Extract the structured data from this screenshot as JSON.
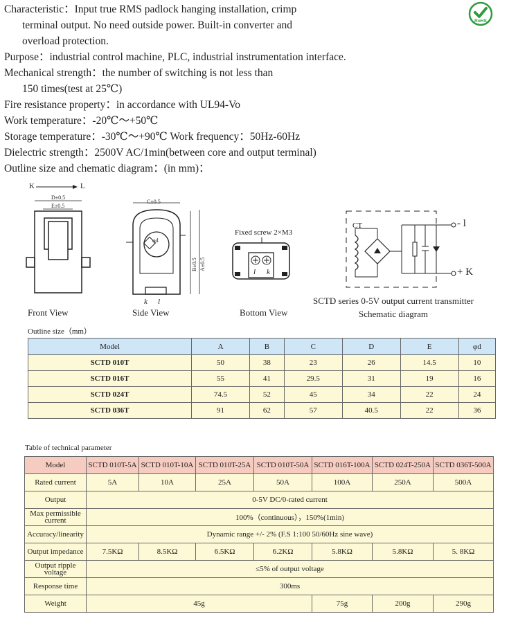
{
  "specs": [
    {
      "text": "Characteristic：Input true RMS padlock hanging installation, crimp",
      "indent": false
    },
    {
      "text": "terminal output. No need outside power. Built-in converter and",
      "indent": true
    },
    {
      "text": "overload protection.",
      "indent": true
    },
    {
      "text": "Purpose：industrial control machine, PLC, industrial instrumentation interface.",
      "indent": false
    },
    {
      "text": "Mechanical strength：the number of switching is not less than",
      "indent": false
    },
    {
      "text": "150 times(test at 25℃)",
      "indent": true
    },
    {
      "text": "Fire resistance property：in accordance with UL94-Vo",
      "indent": false
    },
    {
      "text": "Work temperature：-20℃～+50℃",
      "indent": false
    },
    {
      "text": "Storage temperature：-30℃～+90℃ Work frequency：50Hz-60Hz",
      "indent": false
    },
    {
      "text": "Dielectric strength：2500V AC/1min(between core and output terminal)",
      "indent": false
    },
    {
      "text": "Outline size and chematic diagram：(in mm)：",
      "indent": false
    }
  ],
  "rohs_label": "RoHS",
  "diagrams": {
    "front_label": "Front View",
    "side_label": "Side View",
    "bottom_label": "Bottom View",
    "schematic_caption": "SCTD series 0-5V output current transmitter",
    "schematic_label": "Schematic diagram",
    "arrow_k": "K",
    "arrow_l": "L",
    "dim_d": "D±0.5",
    "dim_e": "E±0.5",
    "dim_c": "C±0.5",
    "dim_b": "B±0.5",
    "dim_a": "A±0.5",
    "dim_phi": "φd",
    "side_k": "k",
    "side_l": "l",
    "fixed_screw": "Fixed screw 2×M3",
    "term_l": "l",
    "term_k": "k",
    "ct": "CT",
    "out_l": "- l",
    "out_k": "+ K"
  },
  "outline": {
    "title": "Outline size（mm）",
    "headers": [
      "Model",
      "A",
      "B",
      "C",
      "D",
      "E",
      "φd"
    ],
    "rows": [
      [
        "SCTD 010T",
        "50",
        "38",
        "23",
        "26",
        "14.5",
        "10"
      ],
      [
        "SCTD 016T",
        "55",
        "41",
        "29.5",
        "31",
        "19",
        "16"
      ],
      [
        "SCTD 024T",
        "74.5",
        "52",
        "45",
        "34",
        "22",
        "24"
      ],
      [
        "SCTD 036T",
        "91",
        "62",
        "57",
        "40.5",
        "22",
        "36"
      ]
    ]
  },
  "tech": {
    "title": "Table of technical parameter",
    "model_label": "Model",
    "models": [
      "SCTD 010T-5A",
      "SCTD 010T-10A",
      "SCTD 010T-25A",
      "SCTD 010T-50A",
      "SCTD 016T-100A",
      "SCTD 024T-250A",
      "SCTD 036T-500A"
    ],
    "rated_label": "Rated current",
    "rated": [
      "5A",
      "10A",
      "25A",
      "50A",
      "100A",
      "250A",
      "500A"
    ],
    "output_label": "Output",
    "output": "0-5V DC/0-rated current",
    "max_label": "Max permissible current",
    "max": "100%（continuous），150%(1min)",
    "acc_label": "Accuracy/linearity",
    "acc": "Dynamic range +/- 2% (F.S 1:100 50/60Hz sine wave)",
    "imp_label": "Output impedance",
    "imp": [
      "7.5KΩ",
      "8.5KΩ",
      "6.5KΩ",
      "6.2KΩ",
      "5.8KΩ",
      "5.8KΩ",
      "5. 8KΩ"
    ],
    "ripple_label": "Output ripple voltage",
    "ripple": "≤5% of output voltage",
    "resp_label": "Response time",
    "resp": "300ms",
    "weight_label": "Weight",
    "weight": [
      "45g",
      "75g",
      "200g",
      "290g"
    ]
  }
}
